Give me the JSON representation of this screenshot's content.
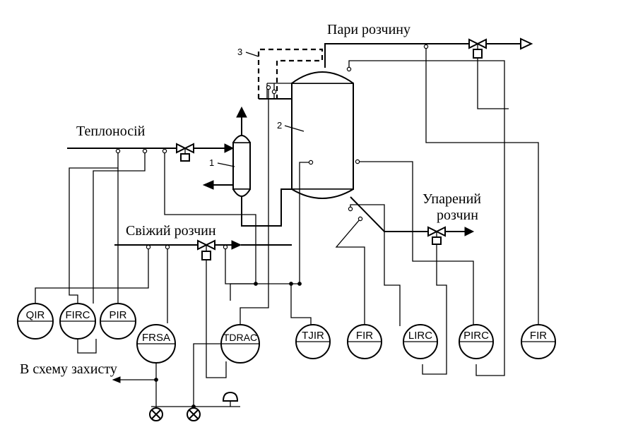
{
  "labels": {
    "solution_vapors": "Пари розчину",
    "heat_carrier": "Теплоносій",
    "fresh_solution": "Свіжий розчин",
    "evaporated_solution_1": "Упарений",
    "evaporated_solution_2": "розчин",
    "protection_scheme": "В схему захисту"
  },
  "equipment": {
    "heater": "1",
    "evaporator": "2",
    "separator": "3"
  },
  "instruments": [
    {
      "id": "qir",
      "tag": "QIR"
    },
    {
      "id": "firc",
      "tag": "FIRC"
    },
    {
      "id": "pir",
      "tag": "PIR"
    },
    {
      "id": "frsa",
      "tag": "FRSA"
    },
    {
      "id": "tdrac",
      "tag": "TDRAC"
    },
    {
      "id": "tjir",
      "tag": "TJIR"
    },
    {
      "id": "fir-1",
      "tag": "FIR"
    },
    {
      "id": "lirc",
      "tag": "LIRC"
    },
    {
      "id": "pirc",
      "tag": "PIRC"
    },
    {
      "id": "fir-2",
      "tag": "FIR"
    }
  ]
}
